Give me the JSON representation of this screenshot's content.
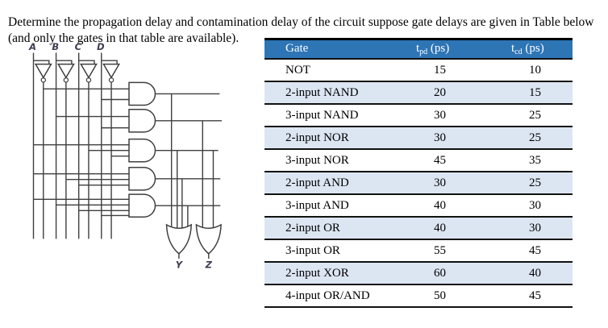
{
  "question": {
    "text": "Determine the propagation delay and contamination delay of the circuit suppose gate delays are given in Table below (and only the gates in that table are available)."
  },
  "circuit": {
    "input_labels": [
      "A",
      "B",
      "C",
      "D"
    ],
    "output_labels": [
      "Y",
      "Z"
    ],
    "gates": [
      "NOT-x4",
      "AND-x5",
      "OR-Y",
      "OR-Z"
    ]
  },
  "table": {
    "headers": {
      "gate": "Gate",
      "tpd_base": "t",
      "tpd_sub": "pd",
      "tpd_unit": " (ps)",
      "tcd_base": "t",
      "tcd_sub": "cd",
      "tcd_unit": " (ps)"
    },
    "rows": [
      {
        "gate": "NOT",
        "tpd": "15",
        "tcd": "10"
      },
      {
        "gate": "2-input NAND",
        "tpd": "20",
        "tcd": "15"
      },
      {
        "gate": "3-input NAND",
        "tpd": "30",
        "tcd": "25"
      },
      {
        "gate": "2-input NOR",
        "tpd": "30",
        "tcd": "25"
      },
      {
        "gate": "3-input NOR",
        "tpd": "45",
        "tcd": "35"
      },
      {
        "gate": "2-input AND",
        "tpd": "30",
        "tcd": "25"
      },
      {
        "gate": "3-input AND",
        "tpd": "40",
        "tcd": "30"
      },
      {
        "gate": "2-input OR",
        "tpd": "40",
        "tcd": "30"
      },
      {
        "gate": "3-input OR",
        "tpd": "55",
        "tcd": "45"
      },
      {
        "gate": "2-input XOR",
        "tpd": "60",
        "tcd": "40"
      },
      {
        "gate": "4-input OR/AND",
        "tpd": "50",
        "tcd": "45"
      }
    ]
  },
  "colors": {
    "header_bg": "#2E75B6",
    "header_text": "#FFFFFF",
    "row_shade": "#DCE6F2",
    "circuit_line": "#3F3F3F"
  }
}
